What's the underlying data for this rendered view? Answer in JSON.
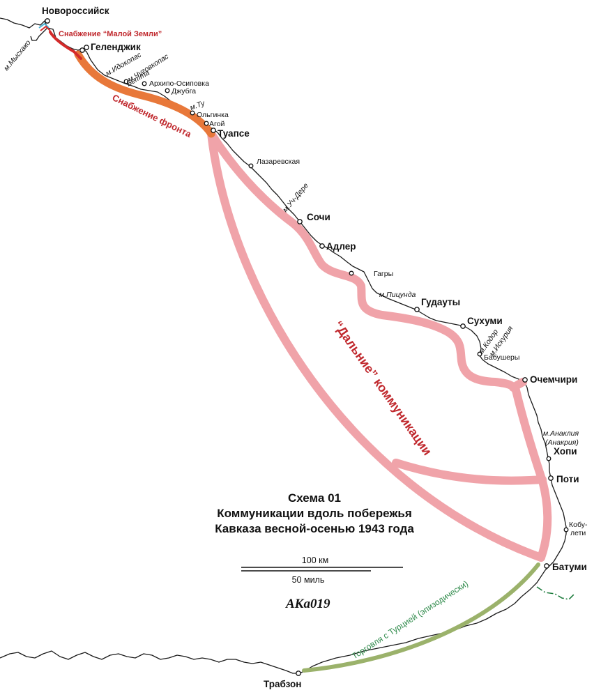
{
  "map": {
    "colors": {
      "coast": "#1a1a1a",
      "long_routes": "#f0a3a9",
      "front_supply": "#e8783a",
      "malaya_zemlya": "#d42a2a",
      "turkey_trade": "#9bb26b",
      "labels_red": "#c0282d",
      "labels_green": "#2e8a4a",
      "border": "#1a7a3a"
    },
    "cities": {
      "novorossiysk": "Новороссийск",
      "gelendzhik": "Геленджик",
      "arkhipo": "Архипо-Осиповка",
      "dzhubga": "Джубга",
      "olginka": "Ольгинка",
      "agoy": "Агой",
      "tuapse": "Туапсе",
      "lazarevskaya": "Лазаревская",
      "sochi": "Сочи",
      "adler": "Адлер",
      "gagry": "Гагры",
      "gudauty": "Гудауты",
      "sukhumi": "Сухуми",
      "babushery": "Бабушеры",
      "ochamchiri": "Очемчири",
      "khopi": "Хопи",
      "poti": "Поти",
      "kobuleti_1": "Кобу-",
      "kobuleti_2": "лети",
      "batumi": "Батуми",
      "trabzon": "Трабзон"
    },
    "capes": {
      "myskhako": "м.Мысхако",
      "idokopas": "м.Идокопас",
      "chugovkopas": "м.Чуговкопас",
      "betta": "Бетта",
      "tu": "м.Ту",
      "uch_dere": "м.Уч-Дере",
      "pitsunda": "м.Пицунда",
      "kodor": "м.Кодор",
      "iskuria": "м.Искурия",
      "anaklia": "м.Анаклия",
      "anakria": "(Анакрия)"
    },
    "routes": {
      "malaya_zemlya": "Снабжение “Малой Земли”",
      "front_supply": "Снабжение фронта",
      "long_comms": "“Дальние” коммуникации",
      "turkey_trade": "Торговля с Турцией (эпизодически)"
    },
    "title": {
      "line1": "Схема 01",
      "line2": "Коммуникации вдоль побережья",
      "line3": "Кавказа весной-осенью 1943 года"
    },
    "scale": {
      "km": "100 км",
      "miles": "50 миль"
    },
    "signature": "АКа019"
  }
}
